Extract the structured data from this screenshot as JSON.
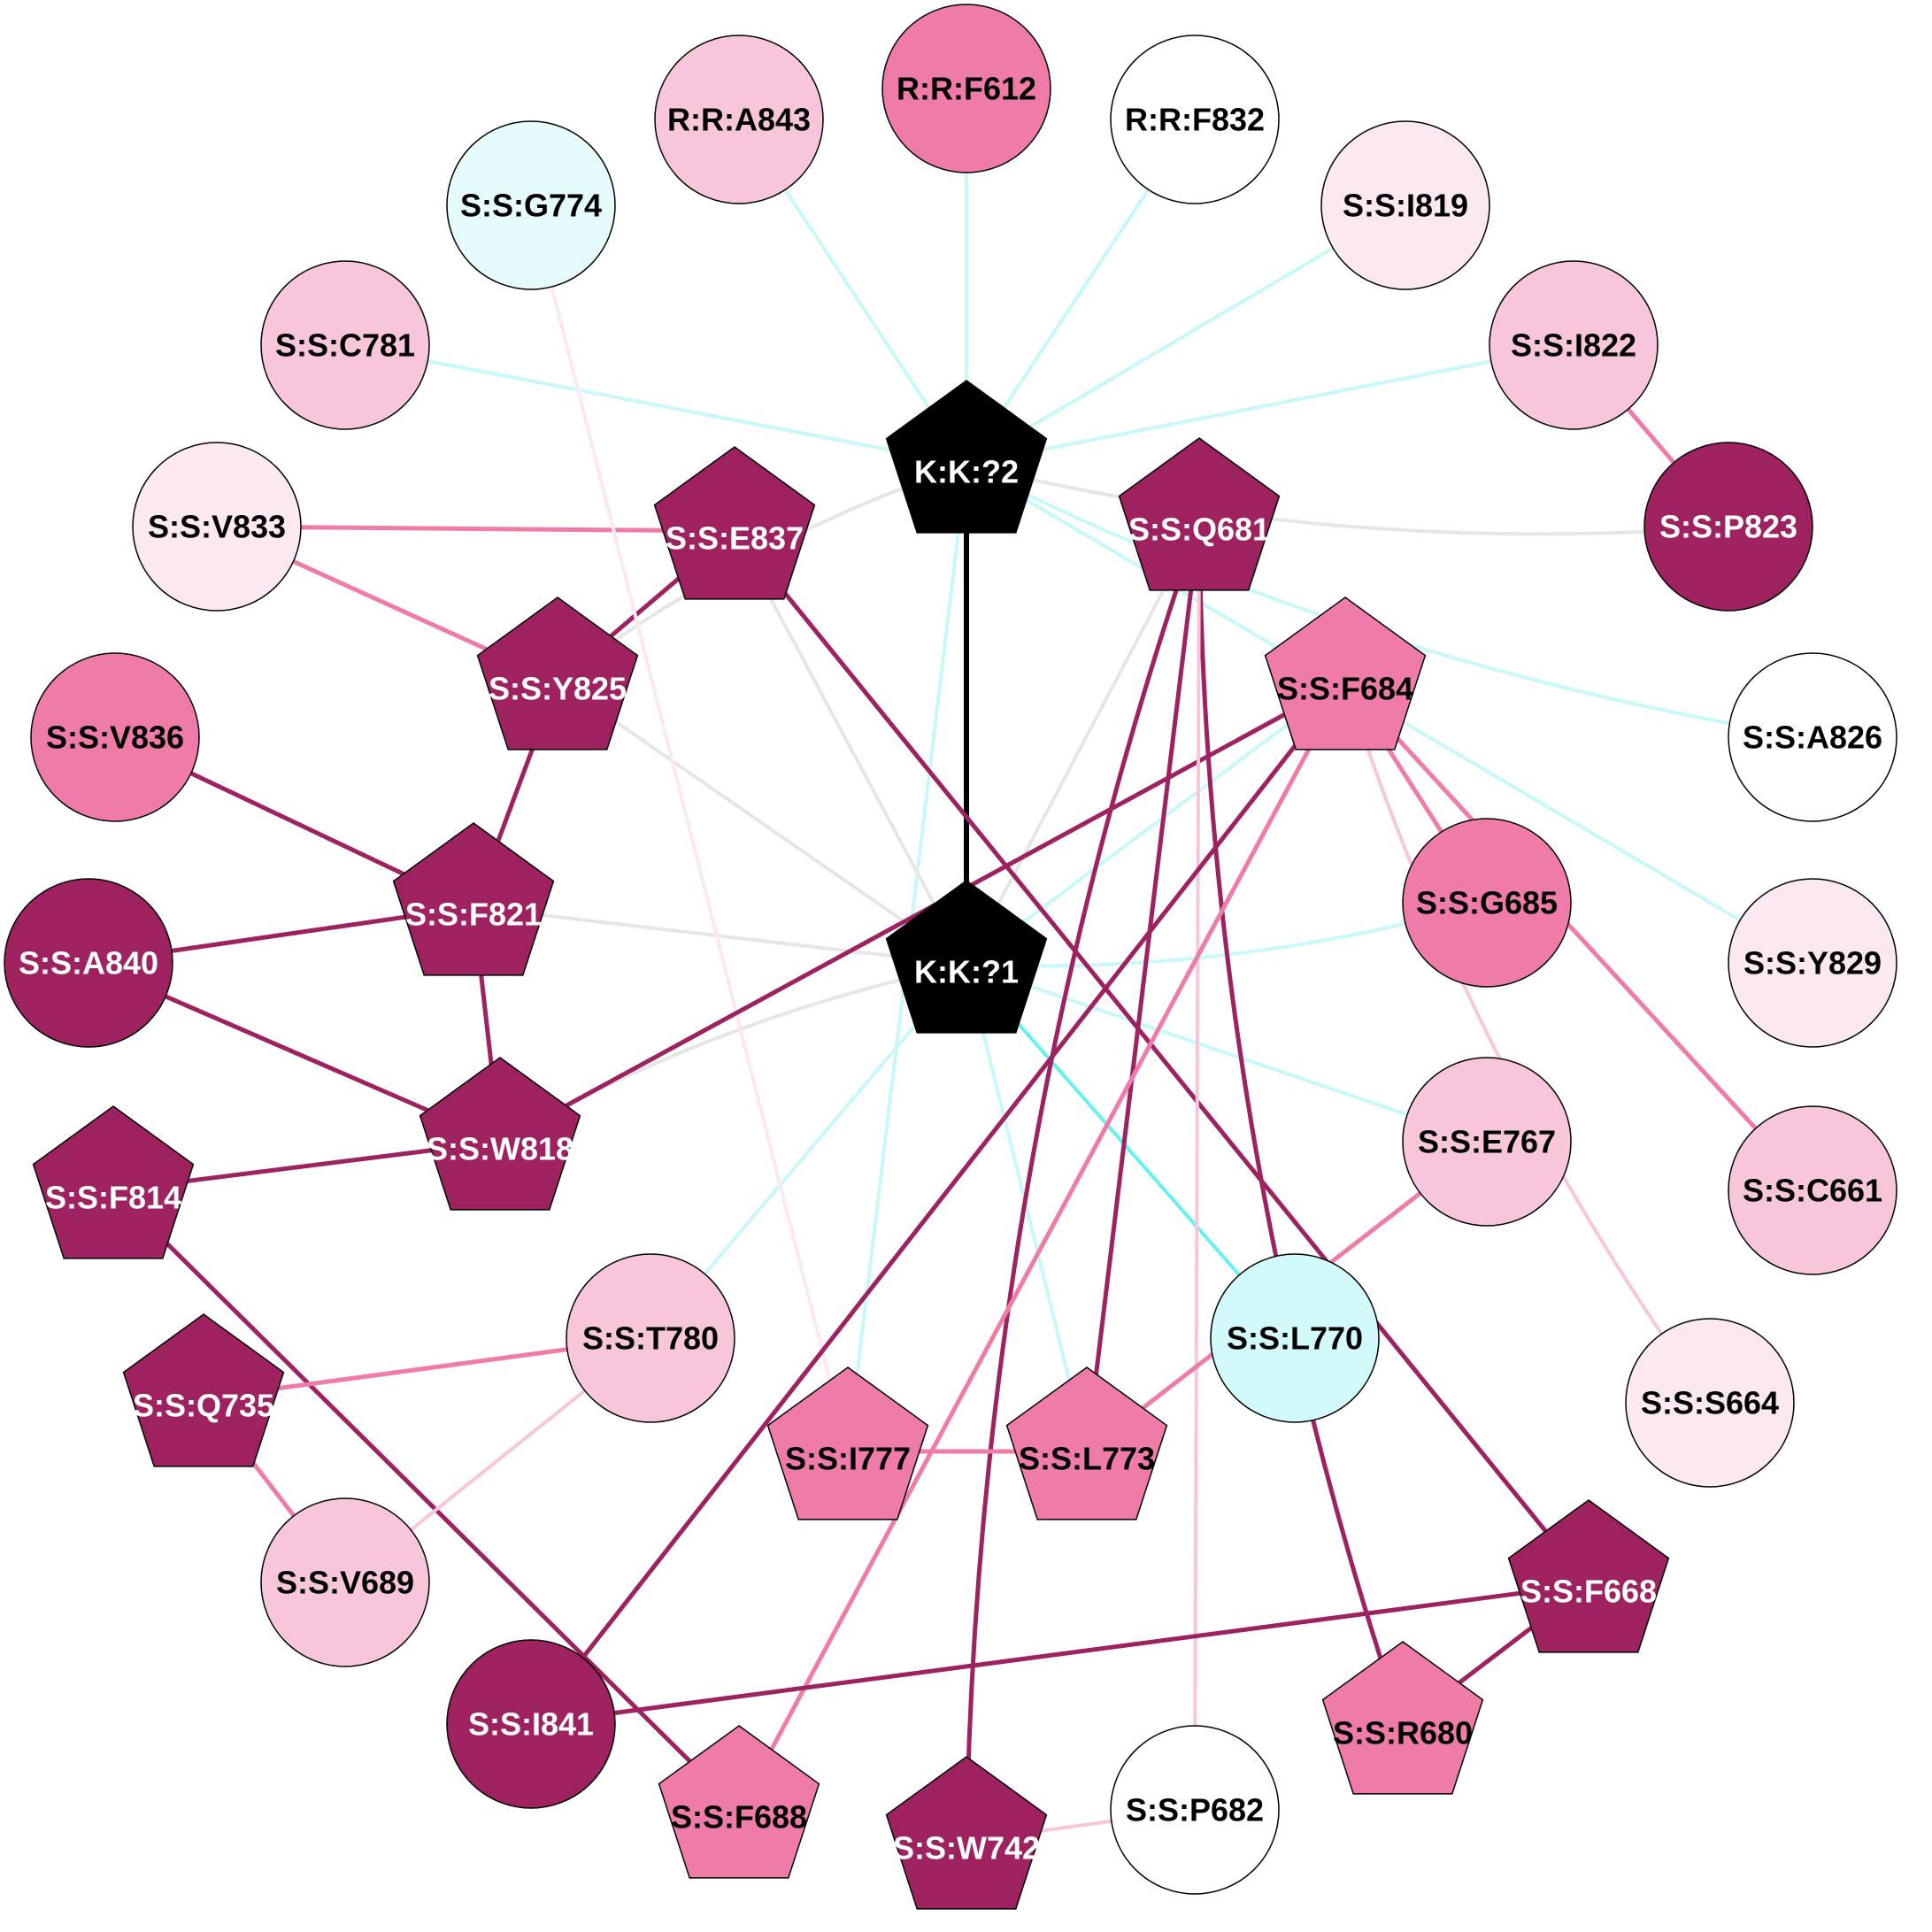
{
  "colors": {
    "dark": "#9e2160",
    "mid": "#ef7ca8",
    "light": "#f8c6da",
    "pale": "#fbe8f0",
    "white": "#ffffff",
    "cyan": "#d2fafa",
    "cyan_pale": "#e6fcfc",
    "black": "#000000",
    "edge_grey": "#e6e6e6",
    "edge_cyan": "#c8f8f8",
    "edge_cyan_strong": "#66f0f0"
  },
  "nodes": [
    {
      "id": "K2",
      "label": "K:K:?2",
      "shape": "pentagon",
      "fill": "black",
      "text": "white"
    },
    {
      "id": "K1",
      "label": "K:K:?1",
      "shape": "pentagon",
      "fill": "black",
      "text": "white"
    },
    {
      "id": "A843",
      "label": "R:R:A843",
      "shape": "circle",
      "fill": "light",
      "text": "black"
    },
    {
      "id": "F612",
      "label": "R:R:F612",
      "shape": "circle",
      "fill": "mid",
      "text": "black"
    },
    {
      "id": "F832",
      "label": "R:R:F832",
      "shape": "circle",
      "fill": "white",
      "text": "black"
    },
    {
      "id": "G774",
      "label": "S:S:G774",
      "shape": "circle",
      "fill": "cyan_pale",
      "text": "black"
    },
    {
      "id": "I819",
      "label": "S:S:I819",
      "shape": "circle",
      "fill": "pale",
      "text": "black"
    },
    {
      "id": "C781",
      "label": "S:S:C781",
      "shape": "circle",
      "fill": "light",
      "text": "black"
    },
    {
      "id": "I822",
      "label": "S:S:I822",
      "shape": "circle",
      "fill": "light",
      "text": "black"
    },
    {
      "id": "V833",
      "label": "S:S:V833",
      "shape": "circle",
      "fill": "pale",
      "text": "black"
    },
    {
      "id": "E837",
      "label": "S:S:E837",
      "shape": "pentagon",
      "fill": "dark",
      "text": "white"
    },
    {
      "id": "Q681",
      "label": "S:S:Q681",
      "shape": "pentagon",
      "fill": "dark",
      "text": "white"
    },
    {
      "id": "P823",
      "label": "S:S:P823",
      "shape": "circle",
      "fill": "dark",
      "text": "white"
    },
    {
      "id": "Y825",
      "label": "S:S:Y825",
      "shape": "pentagon",
      "fill": "dark",
      "text": "white"
    },
    {
      "id": "F684",
      "label": "S:S:F684",
      "shape": "pentagon",
      "fill": "mid",
      "text": "black"
    },
    {
      "id": "A826",
      "label": "S:S:A826",
      "shape": "circle",
      "fill": "white",
      "text": "black"
    },
    {
      "id": "V836",
      "label": "S:S:V836",
      "shape": "circle",
      "fill": "mid",
      "text": "black"
    },
    {
      "id": "G685",
      "label": "S:S:G685",
      "shape": "circle",
      "fill": "mid",
      "text": "black"
    },
    {
      "id": "F821",
      "label": "S:S:F821",
      "shape": "pentagon",
      "fill": "dark",
      "text": "white"
    },
    {
      "id": "Y829",
      "label": "S:S:Y829",
      "shape": "circle",
      "fill": "pale",
      "text": "black"
    },
    {
      "id": "A840",
      "label": "S:S:A840",
      "shape": "circle",
      "fill": "dark",
      "text": "white"
    },
    {
      "id": "W818",
      "label": "S:S:W818",
      "shape": "pentagon",
      "fill": "dark",
      "text": "white"
    },
    {
      "id": "E767",
      "label": "S:S:E767",
      "shape": "circle",
      "fill": "light",
      "text": "black"
    },
    {
      "id": "F814",
      "label": "S:S:F814",
      "shape": "pentagon",
      "fill": "dark",
      "text": "white"
    },
    {
      "id": "C661",
      "label": "S:S:C661",
      "shape": "circle",
      "fill": "light",
      "text": "black"
    },
    {
      "id": "T780",
      "label": "S:S:T780",
      "shape": "circle",
      "fill": "light",
      "text": "black"
    },
    {
      "id": "L770",
      "label": "S:S:L770",
      "shape": "circle",
      "fill": "cyan",
      "text": "black"
    },
    {
      "id": "Q735",
      "label": "S:S:Q735",
      "shape": "pentagon",
      "fill": "dark",
      "text": "white"
    },
    {
      "id": "I777",
      "label": "S:S:I777",
      "shape": "pentagon",
      "fill": "mid",
      "text": "black"
    },
    {
      "id": "L773",
      "label": "S:S:L773",
      "shape": "pentagon",
      "fill": "mid",
      "text": "black"
    },
    {
      "id": "S664",
      "label": "S:S:S664",
      "shape": "circle",
      "fill": "pale",
      "text": "black"
    },
    {
      "id": "V689",
      "label": "S:S:V689",
      "shape": "circle",
      "fill": "light",
      "text": "black"
    },
    {
      "id": "F668",
      "label": "S:S:F668",
      "shape": "pentagon",
      "fill": "dark",
      "text": "white"
    },
    {
      "id": "I841",
      "label": "S:S:I841",
      "shape": "circle",
      "fill": "dark",
      "text": "white"
    },
    {
      "id": "R680",
      "label": "S:S:R680",
      "shape": "pentagon",
      "fill": "mid",
      "text": "black"
    },
    {
      "id": "F688",
      "label": "S:S:F688",
      "shape": "pentagon",
      "fill": "mid",
      "text": "black"
    },
    {
      "id": "W742",
      "label": "S:S:W742",
      "shape": "pentagon",
      "fill": "dark",
      "text": "white"
    },
    {
      "id": "P682",
      "label": "S:S:P682",
      "shape": "circle",
      "fill": "white",
      "text": "black"
    }
  ],
  "edges": [
    {
      "from": "K2",
      "to": "K1",
      "color": "black"
    },
    {
      "from": "K2",
      "to": "A843",
      "color": "edge_cyan"
    },
    {
      "from": "K2",
      "to": "F612",
      "color": "edge_cyan"
    },
    {
      "from": "K2",
      "to": "F832",
      "color": "edge_cyan"
    },
    {
      "from": "K2",
      "to": "I819",
      "color": "edge_cyan"
    },
    {
      "from": "K2",
      "to": "C781",
      "color": "edge_cyan"
    },
    {
      "from": "K2",
      "to": "I822",
      "color": "edge_cyan"
    },
    {
      "from": "K2",
      "to": "P823",
      "color": "edge_grey",
      "curve": true
    },
    {
      "from": "K2",
      "to": "A826",
      "color": "edge_cyan",
      "curve": true
    },
    {
      "from": "K2",
      "to": "Y829",
      "color": "edge_cyan"
    },
    {
      "from": "K2",
      "to": "Y825",
      "color": "edge_grey",
      "curve": true
    },
    {
      "from": "K2",
      "to": "I777",
      "color": "edge_cyan"
    },
    {
      "from": "K1",
      "to": "Y825",
      "color": "edge_grey"
    },
    {
      "from": "K1",
      "to": "E837",
      "color": "edge_grey"
    },
    {
      "from": "K1",
      "to": "Q681",
      "color": "edge_grey"
    },
    {
      "from": "K1",
      "to": "F821",
      "color": "edge_grey"
    },
    {
      "from": "K1",
      "to": "W818",
      "color": "edge_grey",
      "curve": true
    },
    {
      "from": "K1",
      "to": "G685",
      "color": "edge_cyan",
      "curve": true
    },
    {
      "from": "K1",
      "to": "E767",
      "color": "edge_cyan"
    },
    {
      "from": "K1",
      "to": "L770",
      "color": "edge_cyan_strong"
    },
    {
      "from": "K1",
      "to": "L773",
      "color": "edge_cyan"
    },
    {
      "from": "K1",
      "to": "T780",
      "color": "edge_cyan"
    },
    {
      "from": "K1",
      "to": "F684",
      "color": "edge_cyan"
    },
    {
      "from": "V833",
      "to": "E837",
      "color": "mid"
    },
    {
      "from": "V833",
      "to": "Y825",
      "color": "mid"
    },
    {
      "from": "E837",
      "to": "Y825",
      "color": "dark"
    },
    {
      "from": "E837",
      "to": "F668",
      "color": "dark"
    },
    {
      "from": "G774",
      "to": "I777",
      "color": "pale"
    },
    {
      "from": "I822",
      "to": "P823",
      "color": "mid"
    },
    {
      "from": "Y825",
      "to": "F821",
      "color": "dark"
    },
    {
      "from": "V836",
      "to": "F821",
      "color": "dark"
    },
    {
      "from": "F821",
      "to": "A840",
      "color": "dark"
    },
    {
      "from": "F821",
      "to": "W818",
      "color": "dark"
    },
    {
      "from": "A840",
      "to": "W818",
      "color": "dark"
    },
    {
      "from": "W818",
      "to": "F684",
      "color": "dark"
    },
    {
      "from": "W818",
      "to": "F814",
      "color": "dark"
    },
    {
      "from": "F814",
      "to": "F688",
      "color": "dark"
    },
    {
      "from": "Q681",
      "to": "W742",
      "color": "dark",
      "curve": true
    },
    {
      "from": "Q681",
      "to": "L773",
      "color": "dark"
    },
    {
      "from": "Q681",
      "to": "R680",
      "color": "dark",
      "curve": true
    },
    {
      "from": "Q681",
      "to": "P682",
      "color": "light"
    },
    {
      "from": "F684",
      "to": "G685",
      "color": "mid"
    },
    {
      "from": "F684",
      "to": "C661",
      "color": "mid"
    },
    {
      "from": "F684",
      "to": "S664",
      "color": "light",
      "curve": true
    },
    {
      "from": "F684",
      "to": "I841",
      "color": "dark"
    },
    {
      "from": "F684",
      "to": "F688",
      "color": "mid"
    },
    {
      "from": "E767",
      "to": "L773",
      "color": "mid"
    },
    {
      "from": "I777",
      "to": "L773",
      "color": "mid"
    },
    {
      "from": "T780",
      "to": "Q735",
      "color": "mid"
    },
    {
      "from": "T780",
      "to": "V689",
      "color": "light"
    },
    {
      "from": "Q735",
      "to": "V689",
      "color": "mid"
    },
    {
      "from": "F668",
      "to": "R680",
      "color": "dark"
    },
    {
      "from": "F668",
      "to": "I841",
      "color": "dark"
    },
    {
      "from": "W742",
      "to": "P682",
      "color": "light"
    }
  ]
}
